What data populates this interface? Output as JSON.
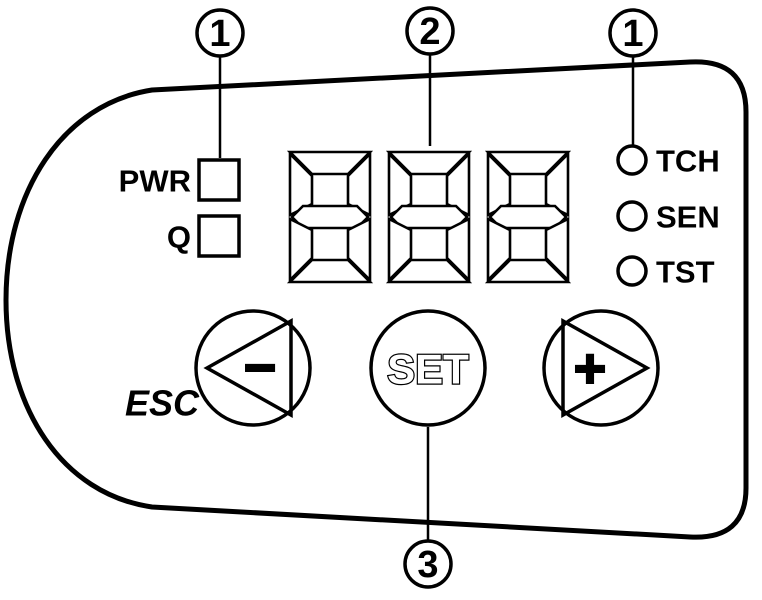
{
  "diagram": {
    "callouts": [
      {
        "number": "1"
      },
      {
        "number": "2"
      },
      {
        "number": "1"
      },
      {
        "number": "3"
      }
    ],
    "status_indicators": [
      {
        "label": "PWR"
      },
      {
        "label": "Q"
      }
    ],
    "display": {
      "value": "888",
      "digit_count": 3
    },
    "led_indicators": [
      {
        "label": "TCH"
      },
      {
        "label": "SEN"
      },
      {
        "label": "TST"
      }
    ],
    "buttons": {
      "esc_label": "ESC",
      "minus": {
        "icon": "minus-left-arrow-icon",
        "symbol": "−"
      },
      "set": {
        "label": "SET"
      },
      "plus": {
        "icon": "plus-right-arrow-icon",
        "symbol": "+"
      }
    },
    "colors": {
      "line": "#000000",
      "background": "#ffffff"
    }
  }
}
